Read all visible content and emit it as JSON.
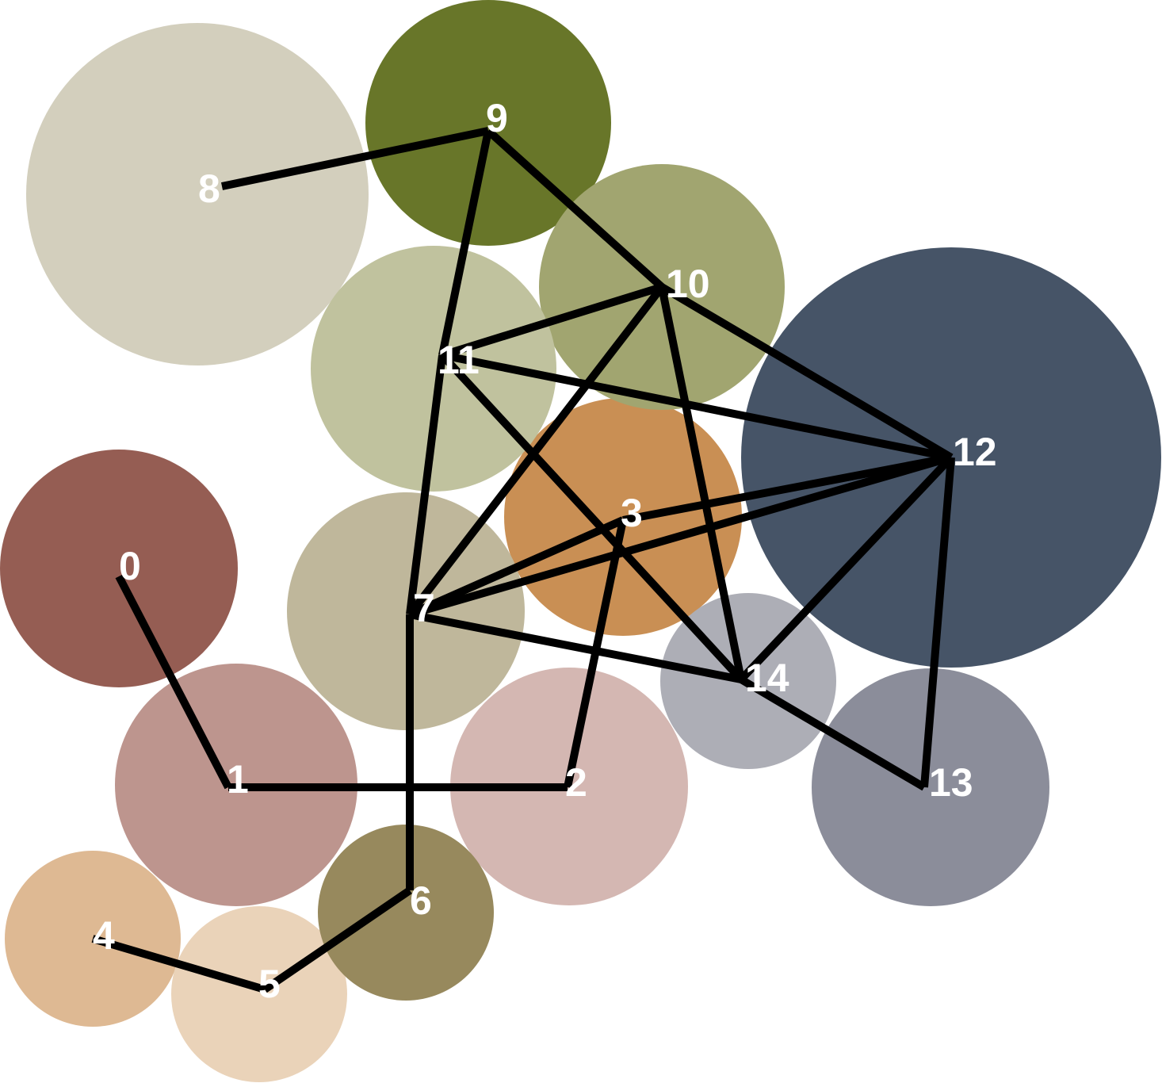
{
  "diagram": {
    "nodes": [
      {
        "id": "0",
        "label": "0",
        "color": "#955d53"
      },
      {
        "id": "1",
        "label": "1",
        "color": "#bd958e"
      },
      {
        "id": "2",
        "label": "2",
        "color": "#d4b7b2"
      },
      {
        "id": "3",
        "label": "3",
        "color": "#c98f54"
      },
      {
        "id": "4",
        "label": "4",
        "color": "#deb993"
      },
      {
        "id": "5",
        "label": "5",
        "color": "#ead3b9"
      },
      {
        "id": "6",
        "label": "6",
        "color": "#97895d"
      },
      {
        "id": "7",
        "label": "7",
        "color": "#bfb79b"
      },
      {
        "id": "8",
        "label": "8",
        "color": "#d3cfbd"
      },
      {
        "id": "9",
        "label": "9",
        "color": "#687629"
      },
      {
        "id": "10",
        "label": "10",
        "color": "#a1a570"
      },
      {
        "id": "11",
        "label": "11",
        "color": "#c0c29e"
      },
      {
        "id": "12",
        "label": "12",
        "color": "#465467"
      },
      {
        "id": "13",
        "label": "13",
        "color": "#8b8d9a"
      },
      {
        "id": "14",
        "label": "14",
        "color": "#adaeb6"
      }
    ],
    "edges": [
      [
        "0",
        "1"
      ],
      [
        "1",
        "2"
      ],
      [
        "2",
        "3"
      ],
      [
        "4",
        "5"
      ],
      [
        "5",
        "6"
      ],
      [
        "6",
        "7"
      ],
      [
        "7",
        "3"
      ],
      [
        "7",
        "10"
      ],
      [
        "7",
        "11"
      ],
      [
        "7",
        "12"
      ],
      [
        "7",
        "14"
      ],
      [
        "8",
        "9"
      ],
      [
        "9",
        "10"
      ],
      [
        "9",
        "11"
      ],
      [
        "10",
        "11"
      ],
      [
        "10",
        "12"
      ],
      [
        "10",
        "14"
      ],
      [
        "11",
        "12"
      ],
      [
        "11",
        "14"
      ],
      [
        "12",
        "3"
      ],
      [
        "12",
        "13"
      ],
      [
        "12",
        "14"
      ],
      [
        "14",
        "13"
      ]
    ]
  }
}
